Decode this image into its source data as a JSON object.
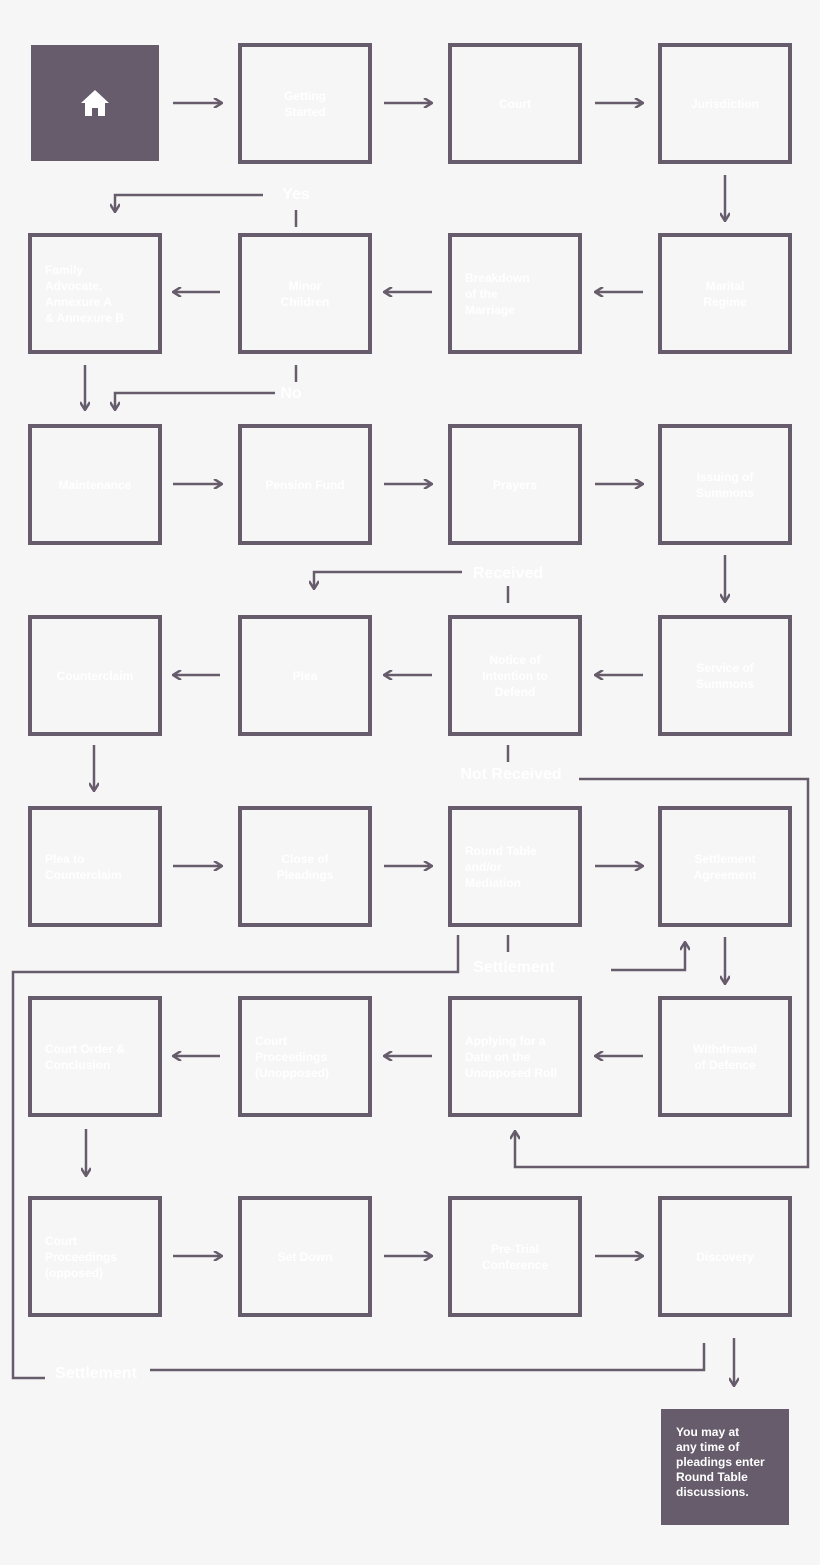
{
  "home": {
    "icon": "home-icon"
  },
  "steps": {
    "getting_started": "Getting\nStarted",
    "court": "Court",
    "jurisdiction": "Jurisdiction",
    "family_advocate": "Family\nAdvocate,\nAnnexure A\n& Annexure B",
    "minor_children": "Minor\nChildren",
    "breakdown": "Breakdown\nof the\nMarriage",
    "marital_regime": "Marital\nRegime",
    "maintenance": "Maintenance",
    "pension_fund": "Pension Fund",
    "prayers": "Prayers",
    "issuing_summons": "Issuing of\nSummons",
    "counterclaim": "Counterclaim",
    "plea": "Plea",
    "notice_intention": "Notice of\nIntention to\nDefend",
    "service_summons": "Service of\nSummons",
    "plea_counterclaim": "Plea to\nCounterclaim",
    "close_pleadings": "Close of\nPleadings",
    "round_table": "Round Table\nand/or\nMediation",
    "settlement_agreement": "Settlement\nAgreement",
    "court_order": "Court Order &\nConclusion",
    "court_unopposed": "Court\nProceedings\n(Unopposed)",
    "applying_date": "Applying for a\nDate on the\nUnopposed Roll",
    "withdrawal_defence": "Withdrawal\nof Defence",
    "court_opposed": "Court\nProceedings\n(opposed)",
    "set_down": "Set Down",
    "pre_trial": "Pre-Trial\nConference",
    "discovery": "Discovery"
  },
  "branches": {
    "yes": "Yes",
    "no": "No",
    "received": "Received",
    "not_received": "Not Received",
    "settlement_1": "Settlement",
    "settlement_2": "Settlement"
  },
  "note": "You may at\nany time of\npleadings enter\nRound Table\ndiscussions.",
  "colors": {
    "box": "#665c6b",
    "background": "#f6f6f6",
    "text": "#ffffff"
  }
}
